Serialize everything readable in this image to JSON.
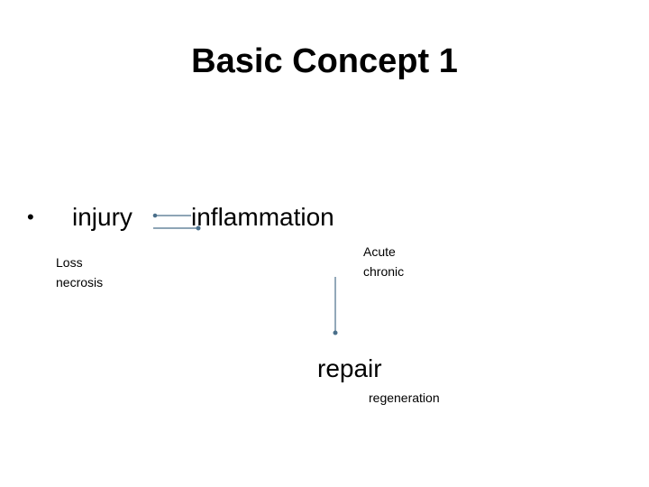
{
  "title": "Basic Concept 1",
  "bullet": "•",
  "nodes": {
    "injury": "injury",
    "inflammation": "inflammation",
    "repair": "repair"
  },
  "notes": {
    "injury_line1": "Loss",
    "injury_line2": "necrosis",
    "inflammation_line1": "Acute",
    "inflammation_line2": "chronic",
    "repair_line1": "regeneration"
  },
  "colors": {
    "arrow": "#4a6f8a"
  }
}
